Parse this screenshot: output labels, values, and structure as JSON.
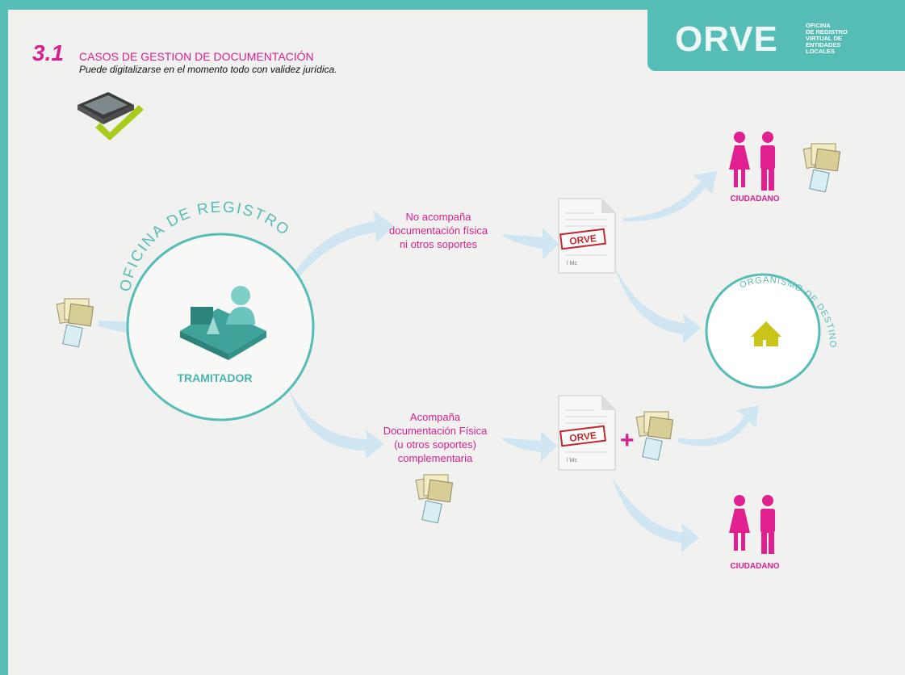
{
  "header": {
    "section_number": "3.1",
    "title": "CASOS DE GESTION DE DOCUMENTACIÓN",
    "subtitle": "Puede digitalizarse en el momento todo con validez jurídica."
  },
  "logo": {
    "wordmark": "ORVE",
    "tagline": [
      "OFICINA",
      "DE REGISTRO",
      "VIRTUAL DE",
      "ENTIDADES",
      "LOCALES"
    ]
  },
  "office": {
    "arc_label": "OFICINA DE REGISTRO",
    "role_label": "TRAMITADOR"
  },
  "flows": {
    "no_physical": [
      "No acompaña",
      "documentación física",
      "ni otros soportes"
    ],
    "with_physical": [
      "Acompaña",
      "Documentación Física",
      "(u otros soportes)",
      "complementaria"
    ]
  },
  "destination": {
    "arc_label": "ORGANISMO DE DESTINO"
  },
  "citizen": {
    "label": "CIUDADANO"
  },
  "stamp": {
    "text": "ORVE",
    "scribble": "l Mc"
  },
  "plus_sign": "+",
  "colors": {
    "teal": "#56bcb6",
    "magenta": "#d6208f",
    "arrow": "#cfe6f2",
    "house": "#c8c41a"
  }
}
